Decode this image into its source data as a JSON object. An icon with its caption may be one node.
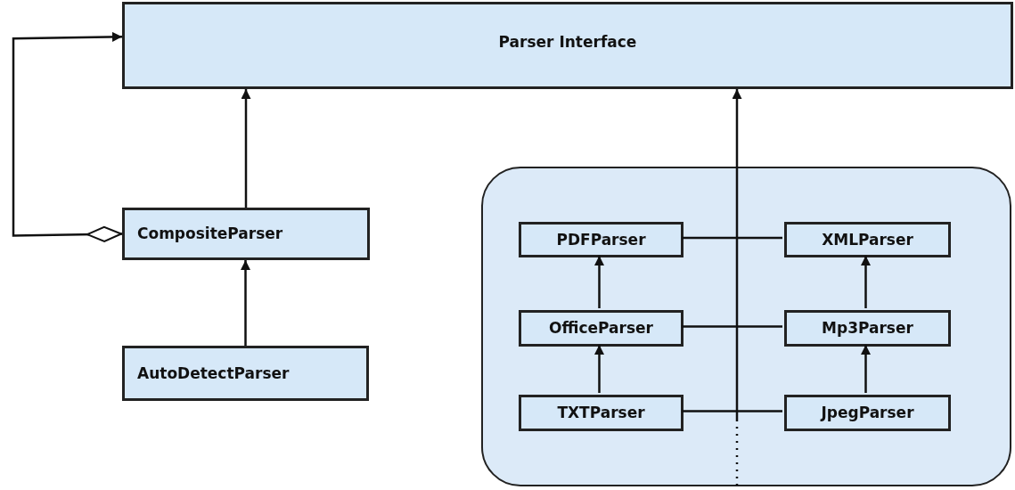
{
  "diagram": {
    "nodes": [
      {
        "text": [
          "Parser Interface"
        ]
      },
      {
        "text": [
          "CompositeParser"
        ]
      },
      {
        "text": [
          "AutoDetectParser"
        ]
      },
      {
        "text": [],
        "shape": "box"
      },
      {
        "text": [
          "PDFParser"
        ],
        "in": 3
      },
      {
        "text": [
          "XMLParser"
        ],
        "in": 3
      },
      {
        "text": [
          "OfficeParser"
        ],
        "in": 3
      },
      {
        "text": [
          "Mp3Parser"
        ],
        "in": 3
      },
      {
        "text": [
          "TXTParser"
        ],
        "in": 3
      },
      {
        "text": [
          "JpegParser"
        ],
        "in": 3
      }
    ],
    "edges": [
      {
        "from": 1,
        "to": 0,
        "arrow": "to"
      },
      {
        "from": 2,
        "to": 1,
        "arrow": "to"
      },
      {
        "from": 1,
        "to": 0,
        "arrow": "to"
      },
      {
        "from": 3,
        "to": 0,
        "arrow": "to"
      },
      {
        "from": 4,
        "to": 5,
        "arrow": "none"
      },
      {
        "from": 6,
        "to": 7,
        "arrow": "none"
      },
      {
        "from": 8,
        "to": 9,
        "arrow": "none"
      },
      {
        "from": 6,
        "to": 4,
        "arrow": "to"
      },
      {
        "from": 8,
        "to": 6,
        "arrow": "to"
      },
      {
        "from": 7,
        "to": 5,
        "arrow": "to"
      },
      {
        "from": 9,
        "to": 7,
        "arrow": "to"
      }
    ]
  }
}
